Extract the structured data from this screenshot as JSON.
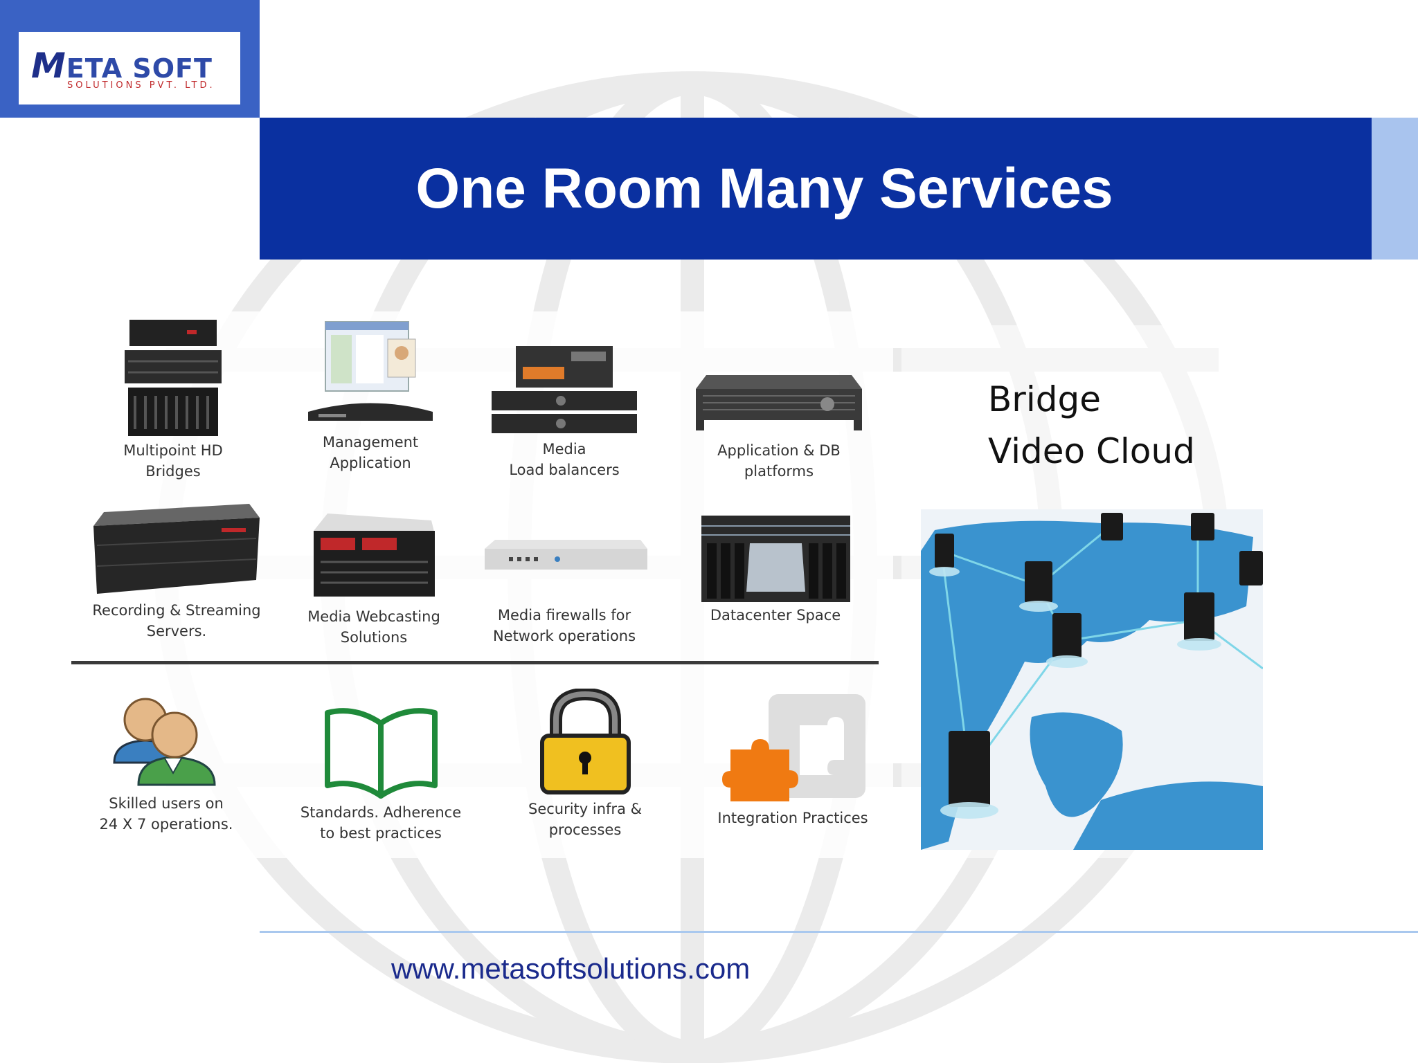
{
  "brand": {
    "logo_main": "ETA SOFT",
    "logo_initial": "M",
    "logo_sub": "SOLUTIONS PVT. LTD."
  },
  "slide": {
    "title": "One Room Many Services"
  },
  "right_panel": {
    "line1": "Bridge",
    "line2": "Video Cloud",
    "image_icon": "world-map-servers-icon"
  },
  "services_rows": [
    [
      {
        "icon": "server-stack-icon",
        "line1": "Multipoint HD",
        "line2": "Bridges"
      },
      {
        "icon": "management-app-icon",
        "line1": "Management",
        "line2": "Application"
      },
      {
        "icon": "load-balancer-icon",
        "line1": "Media",
        "line2": "Load balancers"
      },
      {
        "icon": "rack-server-icon",
        "line1": "Application & DB",
        "line2": "platforms"
      }
    ],
    [
      {
        "icon": "recording-server-icon",
        "line1": "Recording &  Streaming",
        "line2": "Servers."
      },
      {
        "icon": "webcasting-unit-icon",
        "line1": "Media Webcasting",
        "line2": "Solutions"
      },
      {
        "icon": "firewall-appliance-icon",
        "line1": "Media firewalls for",
        "line2": "Network operations"
      },
      {
        "icon": "datacenter-photo-icon",
        "line1": "Datacenter Space",
        "line2": ""
      }
    ],
    [
      {
        "icon": "users-icon",
        "line1": "Skilled users on",
        "line2": "24 X 7 operations."
      },
      {
        "icon": "open-book-icon",
        "line1": "Standards. Adherence",
        "line2": "to best practices"
      },
      {
        "icon": "padlock-icon",
        "line1": "Security infra &",
        "line2": "processes"
      },
      {
        "icon": "puzzle-icon",
        "line1": "Integration Practices",
        "line2": ""
      }
    ]
  ],
  "footer": {
    "url": "www.metasoftsolutions.com"
  }
}
